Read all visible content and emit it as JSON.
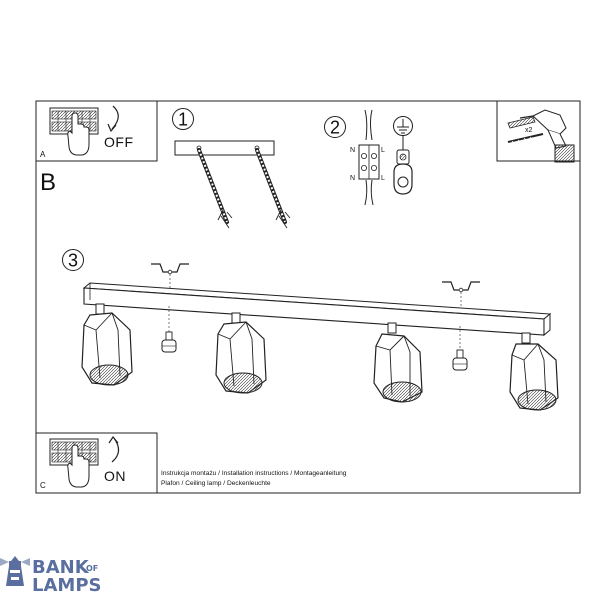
{
  "panels": {
    "a": {
      "letter": "A",
      "action": "OFF"
    },
    "b": {
      "letter": "B"
    },
    "c": {
      "letter": "C",
      "action": "ON"
    }
  },
  "steps": {
    "s1": "1",
    "s2": "2",
    "s3": "3"
  },
  "wiring": {
    "n_top": "N",
    "l_top": "L",
    "n_bottom": "N",
    "l_bottom": "L"
  },
  "tools": {
    "screw_qty": "x2"
  },
  "instructions": {
    "line1": "Instrukcja montażu / Installation instructions / Montageanleitung",
    "line2": "Plafon / Ceiling lamp / Deckenleuchte"
  },
  "brand": {
    "word1": "BANK",
    "of": "OF",
    "word2": "LAMPS"
  },
  "colors": {
    "line": "#222222",
    "brand": "#5a6fa0"
  }
}
